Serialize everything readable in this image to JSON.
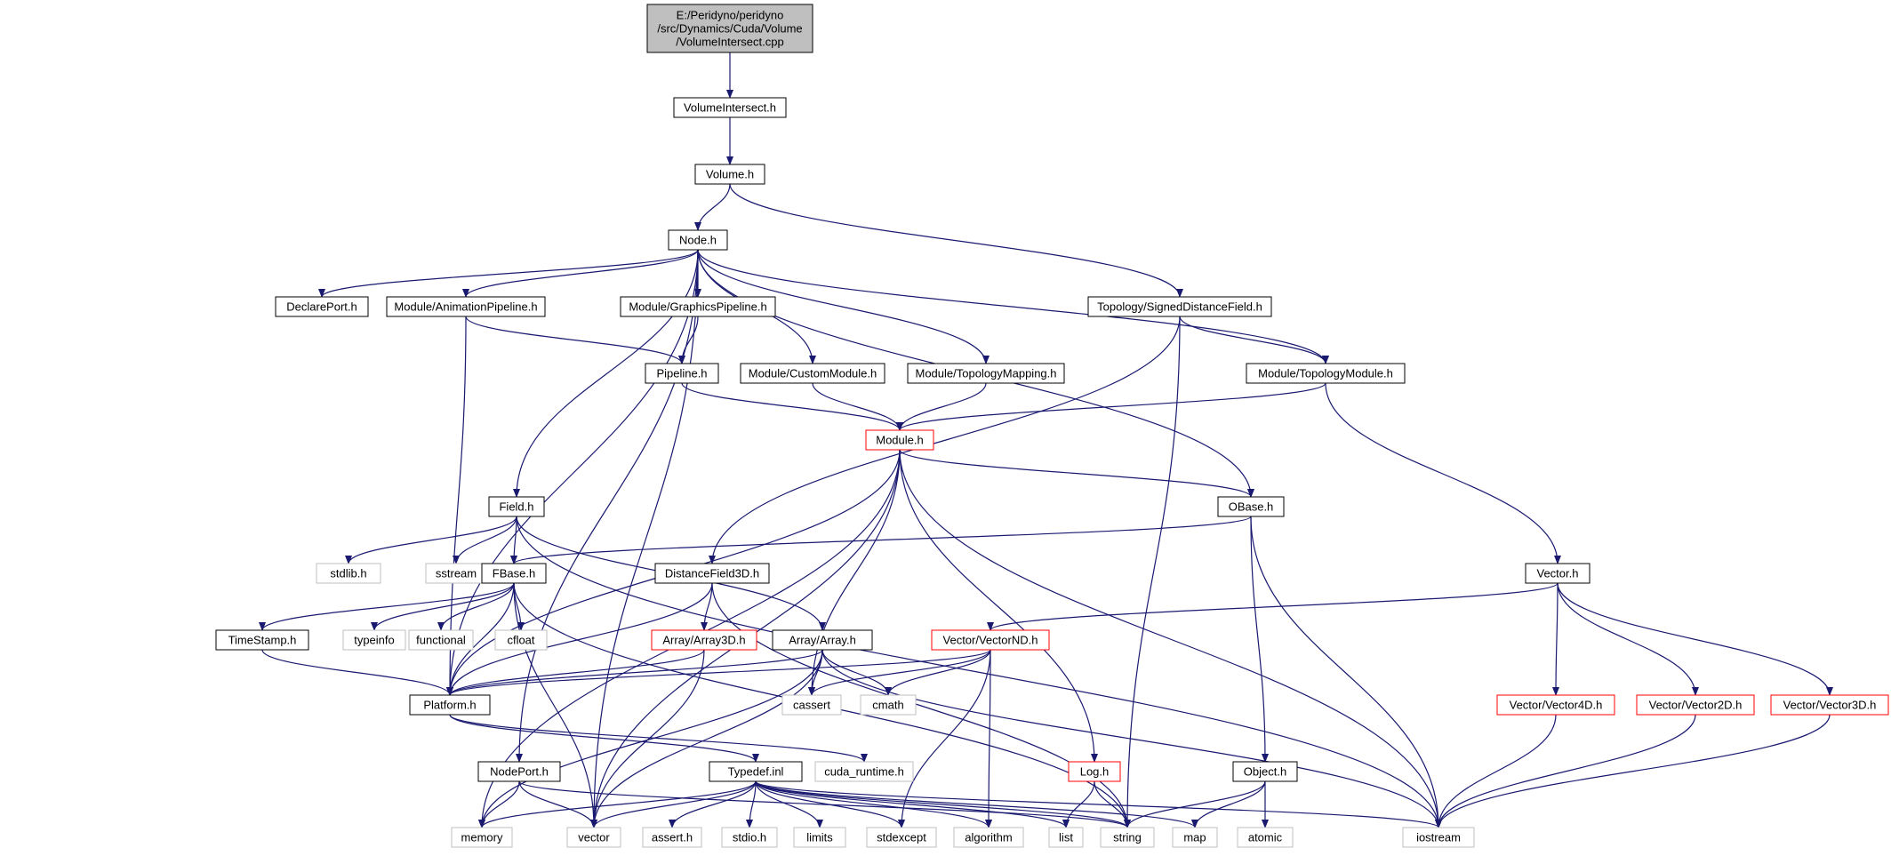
{
  "diagram": {
    "nodes": [
      {
        "id": "root",
        "lines": [
          "E:/Peridyno/peridyno",
          "/src/Dynamics/Cuda/Volume",
          "/VolumeIntersect.cpp"
        ],
        "style": "root"
      },
      {
        "id": "volumeintersect_h",
        "lines": [
          "VolumeIntersect.h"
        ],
        "style": "normal"
      },
      {
        "id": "volume_h",
        "lines": [
          "Volume.h"
        ],
        "style": "normal"
      },
      {
        "id": "node_h",
        "lines": [
          "Node.h"
        ],
        "style": "normal"
      },
      {
        "id": "declareport_h",
        "lines": [
          "DeclarePort.h"
        ],
        "style": "normal"
      },
      {
        "id": "animationpipeline_h",
        "lines": [
          "Module/AnimationPipeline.h"
        ],
        "style": "normal"
      },
      {
        "id": "graphicspipeline_h",
        "lines": [
          "Module/GraphicsPipeline.h"
        ],
        "style": "normal"
      },
      {
        "id": "sdf_h",
        "lines": [
          "Topology/SignedDistanceField.h"
        ],
        "style": "normal"
      },
      {
        "id": "pipeline_h",
        "lines": [
          "Pipeline.h"
        ],
        "style": "normal"
      },
      {
        "id": "custommodule_h",
        "lines": [
          "Module/CustomModule.h"
        ],
        "style": "normal"
      },
      {
        "id": "topologymapping_h",
        "lines": [
          "Module/TopologyMapping.h"
        ],
        "style": "normal"
      },
      {
        "id": "topologymodule_h",
        "lines": [
          "Module/TopologyModule.h"
        ],
        "style": "normal"
      },
      {
        "id": "module_h",
        "lines": [
          "Module.h"
        ],
        "style": "red"
      },
      {
        "id": "field_h",
        "lines": [
          "Field.h"
        ],
        "style": "normal"
      },
      {
        "id": "obase_h",
        "lines": [
          "OBase.h"
        ],
        "style": "normal"
      },
      {
        "id": "stdlib_h",
        "lines": [
          "stdlib.h"
        ],
        "style": "sys"
      },
      {
        "id": "sstream",
        "lines": [
          "sstream"
        ],
        "style": "sys"
      },
      {
        "id": "fbase_h",
        "lines": [
          "FBase.h"
        ],
        "style": "normal"
      },
      {
        "id": "distancefield3d_h",
        "lines": [
          "DistanceField3D.h"
        ],
        "style": "normal"
      },
      {
        "id": "vector_h",
        "lines": [
          "Vector.h"
        ],
        "style": "normal"
      },
      {
        "id": "timestamp_h",
        "lines": [
          "TimeStamp.h"
        ],
        "style": "normal"
      },
      {
        "id": "typeinfo",
        "lines": [
          "typeinfo"
        ],
        "style": "sys"
      },
      {
        "id": "functional",
        "lines": [
          "functional"
        ],
        "style": "sys"
      },
      {
        "id": "cfloat",
        "lines": [
          "cfloat"
        ],
        "style": "sys"
      },
      {
        "id": "array3d_h",
        "lines": [
          "Array/Array3D.h"
        ],
        "style": "red"
      },
      {
        "id": "array_h",
        "lines": [
          "Array/Array.h"
        ],
        "style": "normal"
      },
      {
        "id": "vectornd_h",
        "lines": [
          "Vector/VectorND.h"
        ],
        "style": "red"
      },
      {
        "id": "platform_h",
        "lines": [
          "Platform.h"
        ],
        "style": "normal"
      },
      {
        "id": "cassert",
        "lines": [
          "cassert"
        ],
        "style": "sys"
      },
      {
        "id": "cmath",
        "lines": [
          "cmath"
        ],
        "style": "sys"
      },
      {
        "id": "vector4d_h",
        "lines": [
          "Vector/Vector4D.h"
        ],
        "style": "red"
      },
      {
        "id": "vector2d_h",
        "lines": [
          "Vector/Vector2D.h"
        ],
        "style": "red"
      },
      {
        "id": "vector3d_h",
        "lines": [
          "Vector/Vector3D.h"
        ],
        "style": "red"
      },
      {
        "id": "nodeport_h",
        "lines": [
          "NodePort.h"
        ],
        "style": "normal"
      },
      {
        "id": "typedef_inl",
        "lines": [
          "Typedef.inl"
        ],
        "style": "normal"
      },
      {
        "id": "cuda_runtime_h",
        "lines": [
          "cuda_runtime.h"
        ],
        "style": "sys"
      },
      {
        "id": "log_h",
        "lines": [
          "Log.h"
        ],
        "style": "red"
      },
      {
        "id": "object_h",
        "lines": [
          "Object.h"
        ],
        "style": "normal"
      },
      {
        "id": "memory",
        "lines": [
          "memory"
        ],
        "style": "sys"
      },
      {
        "id": "vector",
        "lines": [
          "vector"
        ],
        "style": "sys"
      },
      {
        "id": "assert_h",
        "lines": [
          "assert.h"
        ],
        "style": "sys"
      },
      {
        "id": "stdio_h",
        "lines": [
          "stdio.h"
        ],
        "style": "sys"
      },
      {
        "id": "limits",
        "lines": [
          "limits"
        ],
        "style": "sys"
      },
      {
        "id": "stdexcept",
        "lines": [
          "stdexcept"
        ],
        "style": "sys"
      },
      {
        "id": "algorithm",
        "lines": [
          "algorithm"
        ],
        "style": "sys"
      },
      {
        "id": "list",
        "lines": [
          "list"
        ],
        "style": "sys"
      },
      {
        "id": "string",
        "lines": [
          "string"
        ],
        "style": "sys"
      },
      {
        "id": "map",
        "lines": [
          "map"
        ],
        "style": "sys"
      },
      {
        "id": "atomic",
        "lines": [
          "atomic"
        ],
        "style": "sys"
      },
      {
        "id": "iostream",
        "lines": [
          "iostream"
        ],
        "style": "sys"
      }
    ],
    "edges": [
      [
        "root",
        "volumeintersect_h"
      ],
      [
        "volumeintersect_h",
        "volume_h"
      ],
      [
        "volume_h",
        "node_h"
      ],
      [
        "volume_h",
        "sdf_h"
      ],
      [
        "node_h",
        "declareport_h"
      ],
      [
        "node_h",
        "animationpipeline_h"
      ],
      [
        "node_h",
        "graphicspipeline_h"
      ],
      [
        "node_h",
        "custommodule_h"
      ],
      [
        "node_h",
        "topologymapping_h"
      ],
      [
        "node_h",
        "topologymodule_h"
      ],
      [
        "node_h",
        "field_h"
      ],
      [
        "node_h",
        "obase_h"
      ],
      [
        "node_h",
        "platform_h"
      ],
      [
        "node_h",
        "nodeport_h"
      ],
      [
        "node_h",
        "vector"
      ],
      [
        "animationpipeline_h",
        "pipeline_h"
      ],
      [
        "animationpipeline_h",
        "platform_h"
      ],
      [
        "graphicspipeline_h",
        "pipeline_h"
      ],
      [
        "pipeline_h",
        "module_h"
      ],
      [
        "custommodule_h",
        "module_h"
      ],
      [
        "topologymapping_h",
        "module_h"
      ],
      [
        "topologymodule_h",
        "module_h"
      ],
      [
        "topologymodule_h",
        "vector_h"
      ],
      [
        "sdf_h",
        "topologymodule_h"
      ],
      [
        "sdf_h",
        "distancefield3d_h"
      ],
      [
        "sdf_h",
        "string"
      ],
      [
        "module_h",
        "obase_h"
      ],
      [
        "module_h",
        "platform_h"
      ],
      [
        "module_h",
        "cassert"
      ],
      [
        "module_h",
        "log_h"
      ],
      [
        "module_h",
        "iostream"
      ],
      [
        "module_h",
        "memory"
      ],
      [
        "module_h",
        "vector"
      ],
      [
        "field_h",
        "stdlib_h"
      ],
      [
        "field_h",
        "sstream"
      ],
      [
        "field_h",
        "fbase_h"
      ],
      [
        "field_h",
        "array_h"
      ],
      [
        "field_h",
        "iostream"
      ],
      [
        "obase_h",
        "fbase_h"
      ],
      [
        "obase_h",
        "object_h"
      ],
      [
        "obase_h",
        "iostream"
      ],
      [
        "fbase_h",
        "timestamp_h"
      ],
      [
        "fbase_h",
        "typeinfo"
      ],
      [
        "fbase_h",
        "functional"
      ],
      [
        "fbase_h",
        "cfloat"
      ],
      [
        "fbase_h",
        "platform_h"
      ],
      [
        "fbase_h",
        "string"
      ],
      [
        "fbase_h",
        "vector"
      ],
      [
        "distancefield3d_h",
        "array3d_h"
      ],
      [
        "distancefield3d_h",
        "platform_h"
      ],
      [
        "distancefield3d_h",
        "string"
      ],
      [
        "timestamp_h",
        "platform_h"
      ],
      [
        "array3d_h",
        "platform_h"
      ],
      [
        "array3d_h",
        "vector"
      ],
      [
        "array_h",
        "platform_h"
      ],
      [
        "array_h",
        "cassert"
      ],
      [
        "array_h",
        "cmath"
      ],
      [
        "array_h",
        "vector"
      ],
      [
        "array_h",
        "memory"
      ],
      [
        "array_h",
        "iostream"
      ],
      [
        "vector_h",
        "vectornd_h"
      ],
      [
        "vector_h",
        "vector4d_h"
      ],
      [
        "vector_h",
        "vector2d_h"
      ],
      [
        "vector_h",
        "vector3d_h"
      ],
      [
        "vectornd_h",
        "platform_h"
      ],
      [
        "vectornd_h",
        "cassert"
      ],
      [
        "vectornd_h",
        "cmath"
      ],
      [
        "vectornd_h",
        "stdexcept"
      ],
      [
        "vectornd_h",
        "algorithm"
      ],
      [
        "vector4d_h",
        "iostream"
      ],
      [
        "vector2d_h",
        "iostream"
      ],
      [
        "vector3d_h",
        "iostream"
      ],
      [
        "platform_h",
        "typedef_inl"
      ],
      [
        "platform_h",
        "cuda_runtime_h"
      ],
      [
        "nodeport_h",
        "memory"
      ],
      [
        "nodeport_h",
        "vector"
      ],
      [
        "nodeport_h",
        "string"
      ],
      [
        "typedef_inl",
        "memory"
      ],
      [
        "typedef_inl",
        "vector"
      ],
      [
        "typedef_inl",
        "assert_h"
      ],
      [
        "typedef_inl",
        "stdio_h"
      ],
      [
        "typedef_inl",
        "limits"
      ],
      [
        "typedef_inl",
        "stdexcept"
      ],
      [
        "typedef_inl",
        "algorithm"
      ],
      [
        "typedef_inl",
        "list"
      ],
      [
        "typedef_inl",
        "string"
      ],
      [
        "typedef_inl",
        "map"
      ],
      [
        "typedef_inl",
        "iostream"
      ],
      [
        "log_h",
        "list"
      ],
      [
        "log_h",
        "string"
      ],
      [
        "object_h",
        "string"
      ],
      [
        "object_h",
        "map"
      ],
      [
        "object_h",
        "atomic"
      ]
    ],
    "colors": {
      "edge": "#191970",
      "normal_border": "#000000",
      "red_border": "#ff0000",
      "sys_border": "#bfbfbf",
      "root_fill": "#bfbfbf",
      "fill": "#ffffff",
      "text": "#000000"
    }
  }
}
